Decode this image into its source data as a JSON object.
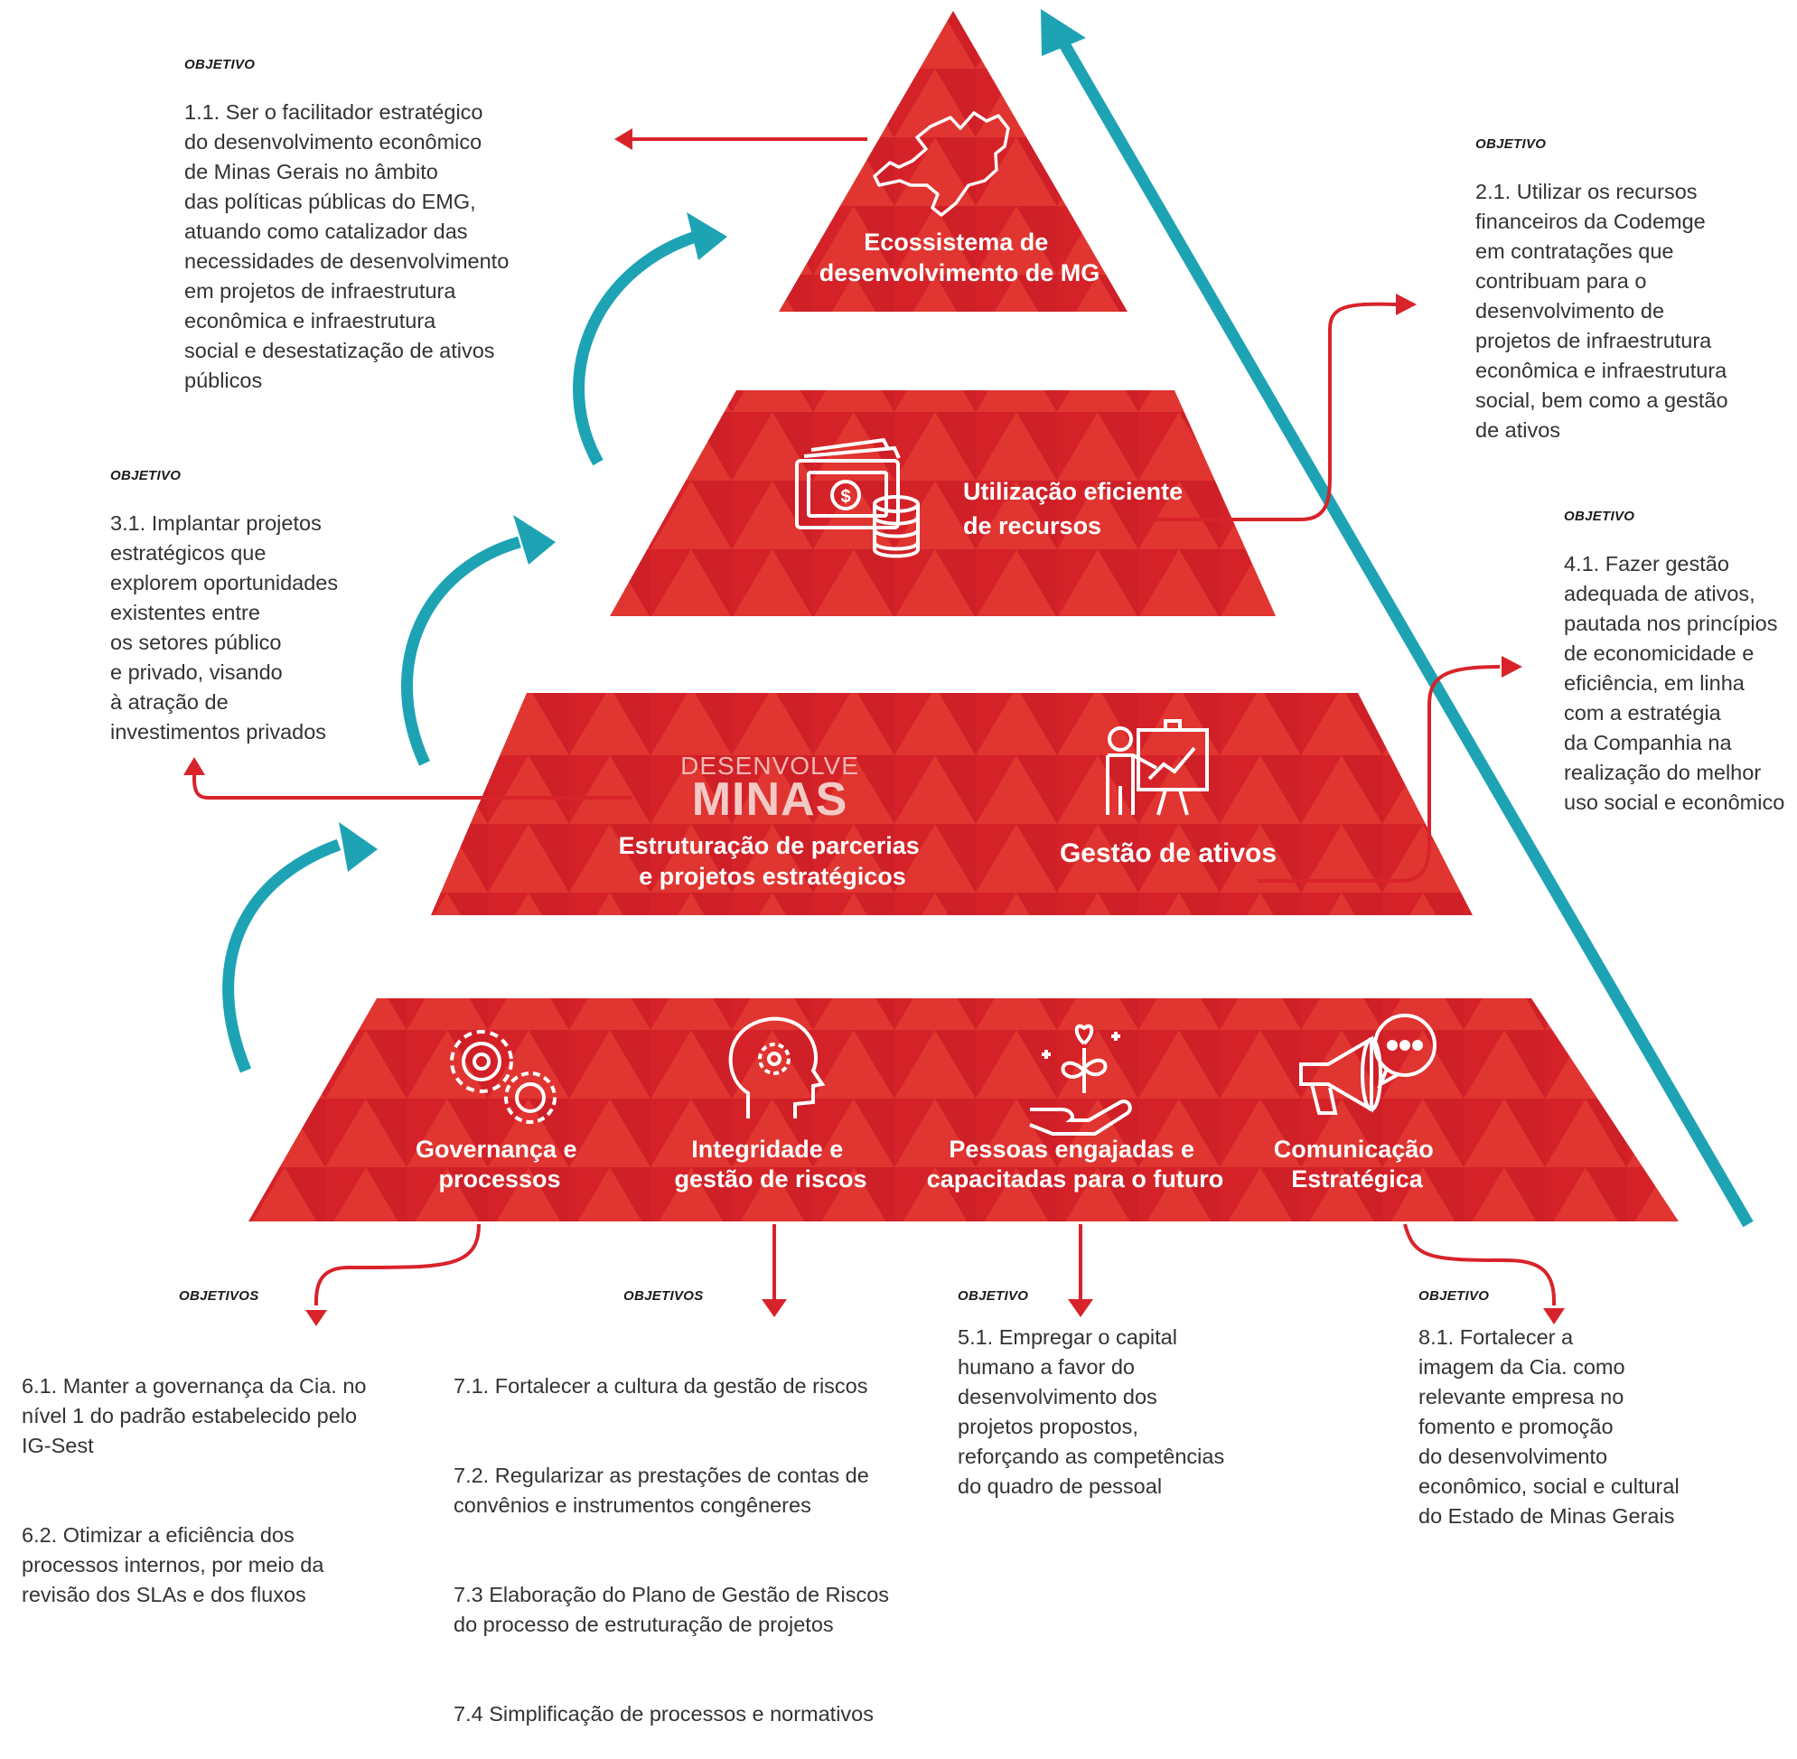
{
  "tiers": {
    "top": {
      "title": [
        "Ecossistema de",
        "desenvolvimento de MG"
      ],
      "icon": "minas-gerais-map-icon"
    },
    "second": {
      "title": [
        "Utilização eficiente",
        "de recursos"
      ],
      "icon": "money-coins-icon"
    },
    "third": {
      "brand_top": "DESENVOLVE",
      "brand_bottom": "MINAS",
      "left_title": [
        "Estruturação de parcerias",
        "e projetos estratégicos"
      ],
      "right_title": "Gestão de ativos",
      "right_icon": "presentation-chart-icon"
    },
    "base": [
      {
        "title": [
          "Governança e",
          "processos"
        ],
        "icon": "gears-icon"
      },
      {
        "title": [
          "Integridade e",
          "gestão de riscos"
        ],
        "icon": "head-gear-icon"
      },
      {
        "title": [
          "Pessoas engajadas e",
          "capacitadas para o futuro"
        ],
        "icon": "hand-plant-icon"
      },
      {
        "title": [
          "Comunicação",
          "Estratégica"
        ],
        "icon": "megaphone-icon"
      }
    ]
  },
  "objectives": {
    "o1": {
      "label": "OBJETIVO",
      "text": "1.1. Ser o facilitador estratégico\ndo desenvolvimento econômico\nde Minas Gerais no âmbito\ndas políticas públicas do EMG,\natuando como catalizador das\nnecessidades de desenvolvimento\nem projetos de infraestrutura\neconômica e infraestrutura\nsocial e desestatização de ativos\npúblicos"
    },
    "o2": {
      "label": "OBJETIVO",
      "text": "2.1. Utilizar os recursos\nfinanceiros da Codemge\nem contratações que\ncontribuam para o\ndesenvolvimento de\nprojetos de infraestrutura\neconômica e infraestrutura\nsocial, bem como a gestão\nde ativos"
    },
    "o3": {
      "label": "OBJETIVO",
      "text": "3.1. Implantar projetos\nestratégicos que\nexplorem oportunidades\nexistentes entre\nos setores público\ne privado, visando\nà atração de\ninvestimentos privados"
    },
    "o4": {
      "label": "OBJETIVO",
      "text": "4.1. Fazer gestão\nadequada de ativos,\npautada nos princípios\nde economicidade e\neficiência, em linha\ncom a estratégia\nda Companhia na\nrealização do melhor\nuso social e econômico"
    },
    "o6": {
      "label": "OBJETIVOS",
      "items": [
        "6.1. Manter a governança da Cia. no\nnível 1 do padrão estabelecido pelo\nIG-Sest",
        "6.2. Otimizar a eficiência dos\nprocessos internos, por meio da\nrevisão dos SLAs e dos fluxos"
      ]
    },
    "o7": {
      "label": "OBJETIVOS",
      "items": [
        "7.1. Fortalecer a cultura da gestão de riscos",
        "7.2. Regularizar as prestações de contas de\nconvênios e instrumentos congêneres",
        "7.3 Elaboração do Plano de Gestão de Riscos\ndo processo de estruturação de projetos",
        "7.4 Simplificação de processos e normativos"
      ]
    },
    "o5": {
      "label": "OBJETIVO",
      "text": "5.1. Empregar o capital\nhumano a favor do\ndesenvolvimento dos\nprojetos propostos,\nreforçando as competências\ndo quadro de pessoal"
    },
    "o8": {
      "label": "OBJETIVO",
      "text": "8.1. Fortalecer a\nimagem da Cia. como\nrelevante empresa no\nfomento e promoção\ndo desenvolvimento\neconômico, social e cultural\ndo Estado de Minas Gerais"
    }
  },
  "colors": {
    "red": "#d8232a",
    "red_light": "#e4423b",
    "red_dark": "#c41c24",
    "teal": "#1ea3b5",
    "brand_light": "#f3b7b3"
  }
}
